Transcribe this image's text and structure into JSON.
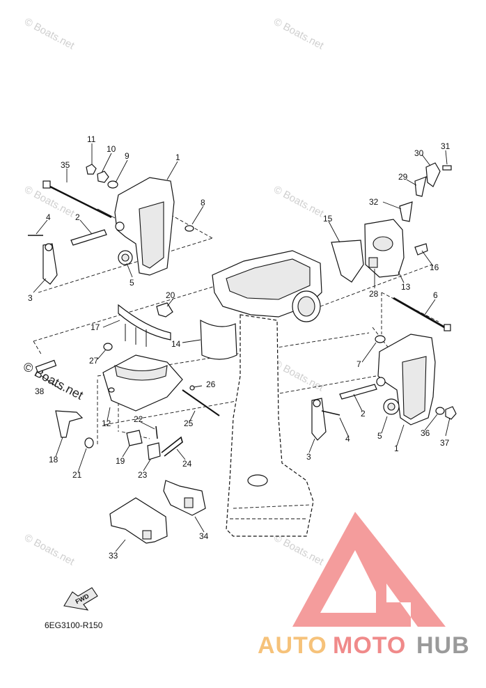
{
  "diagram": {
    "drawing_code": "6EG3100-R150",
    "fwd_label": "FWD",
    "watermark_text": "© Boats.net",
    "logo": {
      "prefix": "AUTO",
      "middle": "MOTO",
      "suffix": "HUB",
      "color_prefix": "#f6c27a",
      "color_middle": "#f08a8a",
      "color_suffix": "#9a9a9a",
      "triangle_color": "#f28b8b"
    },
    "callouts": [
      {
        "id": "c11",
        "text": "11"
      },
      {
        "id": "c10",
        "text": "10"
      },
      {
        "id": "c9",
        "text": "9"
      },
      {
        "id": "c1a",
        "text": "1"
      },
      {
        "id": "c35",
        "text": "35"
      },
      {
        "id": "c8",
        "text": "8"
      },
      {
        "id": "c4a",
        "text": "4"
      },
      {
        "id": "c2a",
        "text": "2"
      },
      {
        "id": "c5a",
        "text": "5"
      },
      {
        "id": "c3a",
        "text": "3"
      },
      {
        "id": "c30",
        "text": "30"
      },
      {
        "id": "c31",
        "text": "31"
      },
      {
        "id": "c29",
        "text": "29"
      },
      {
        "id": "c32",
        "text": "32"
      },
      {
        "id": "c15",
        "text": "15"
      },
      {
        "id": "c16",
        "text": "16"
      },
      {
        "id": "c28",
        "text": "28"
      },
      {
        "id": "c13",
        "text": "13"
      },
      {
        "id": "c6",
        "text": "6"
      },
      {
        "id": "c20",
        "text": "20"
      },
      {
        "id": "c17",
        "text": "17"
      },
      {
        "id": "c14",
        "text": "14"
      },
      {
        "id": "c27",
        "text": "27"
      },
      {
        "id": "c38",
        "text": "38"
      },
      {
        "id": "c26",
        "text": "26"
      },
      {
        "id": "c7",
        "text": "7"
      },
      {
        "id": "c2b",
        "text": "2"
      },
      {
        "id": "c12",
        "text": "12"
      },
      {
        "id": "c22",
        "text": "22"
      },
      {
        "id": "c25",
        "text": "25"
      },
      {
        "id": "c3b",
        "text": "3"
      },
      {
        "id": "c4b",
        "text": "4"
      },
      {
        "id": "c5b",
        "text": "5"
      },
      {
        "id": "c1b",
        "text": "1"
      },
      {
        "id": "c36",
        "text": "36"
      },
      {
        "id": "c37",
        "text": "37"
      },
      {
        "id": "c18",
        "text": "18"
      },
      {
        "id": "c21",
        "text": "21"
      },
      {
        "id": "c19",
        "text": "19"
      },
      {
        "id": "c23",
        "text": "23"
      },
      {
        "id": "c24",
        "text": "24"
      },
      {
        "id": "c34",
        "text": "34"
      },
      {
        "id": "c33",
        "text": "33"
      }
    ]
  }
}
